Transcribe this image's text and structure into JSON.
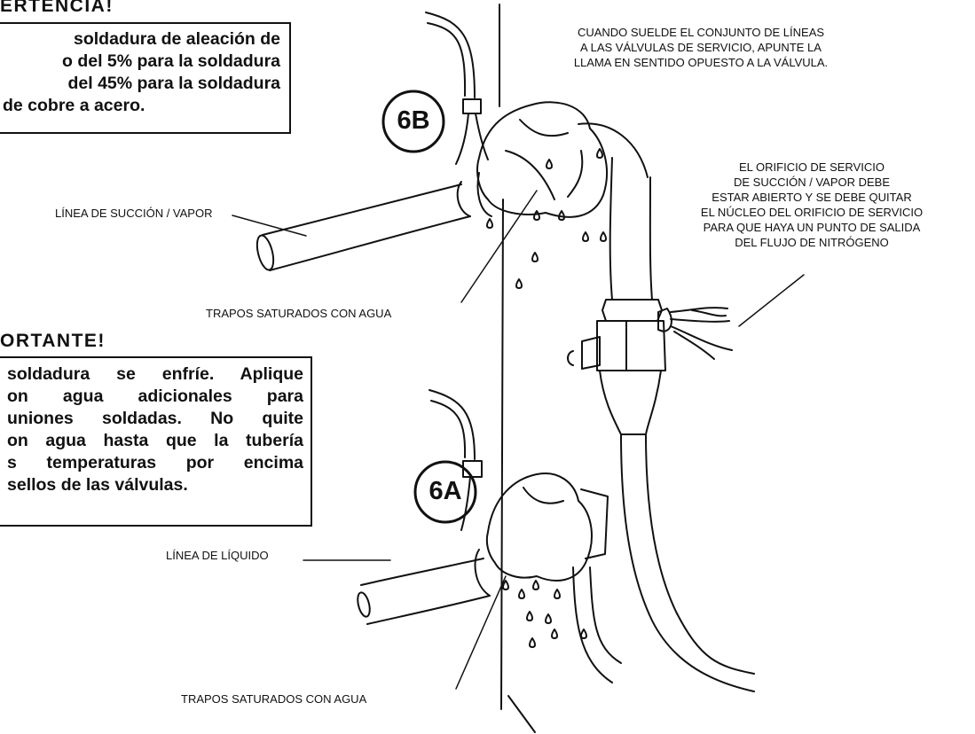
{
  "warning": {
    "heading": "ERTENCIA!",
    "lines": [
      "soldadura de aleación de",
      "o del 5% para la soldadura",
      "del 45% para la soldadura",
      "de cobre a acero."
    ]
  },
  "important": {
    "heading": "ORTANTE!",
    "lines": [
      "soldadura se enfríe. Aplique",
      "on agua adicionales para",
      "uniones soldadas. No quite",
      "on agua hasta que la tubería",
      "s temperaturas por encima",
      "sellos de las válvulas."
    ]
  },
  "callouts": {
    "brazing_direction": [
      "CUANDO SUELDE EL CONJUNTO DE LÍNEAS",
      "A LAS VÁLVULAS DE SERVICIO, APUNTE LA",
      "LLAMA EN SENTIDO OPUESTO A LA VÁLVULA."
    ],
    "service_port": [
      "EL ORIFICIO DE SERVICIO",
      "DE SUCCIÓN / VAPOR DEBE",
      "ESTAR ABIERTO Y SE DEBE QUITAR",
      "EL NÚCLEO DEL ORIFICIO DE SERVICIO",
      "PARA QUE HAYA UN PUNTO DE SALIDA",
      "DEL FLUJO DE NITRÓGENO"
    ],
    "suction_line": "LÍNEA DE SUCCIÓN / VAPOR",
    "liquid_line": "LÍNEA DE LÍQUIDO",
    "wet_rags_upper": "TRAPOS SATURADOS CON AGUA",
    "wet_rags_lower": "TRAPOS SATURADOS CON AGUA"
  },
  "steps": {
    "upper": "6B",
    "lower": "6A"
  }
}
